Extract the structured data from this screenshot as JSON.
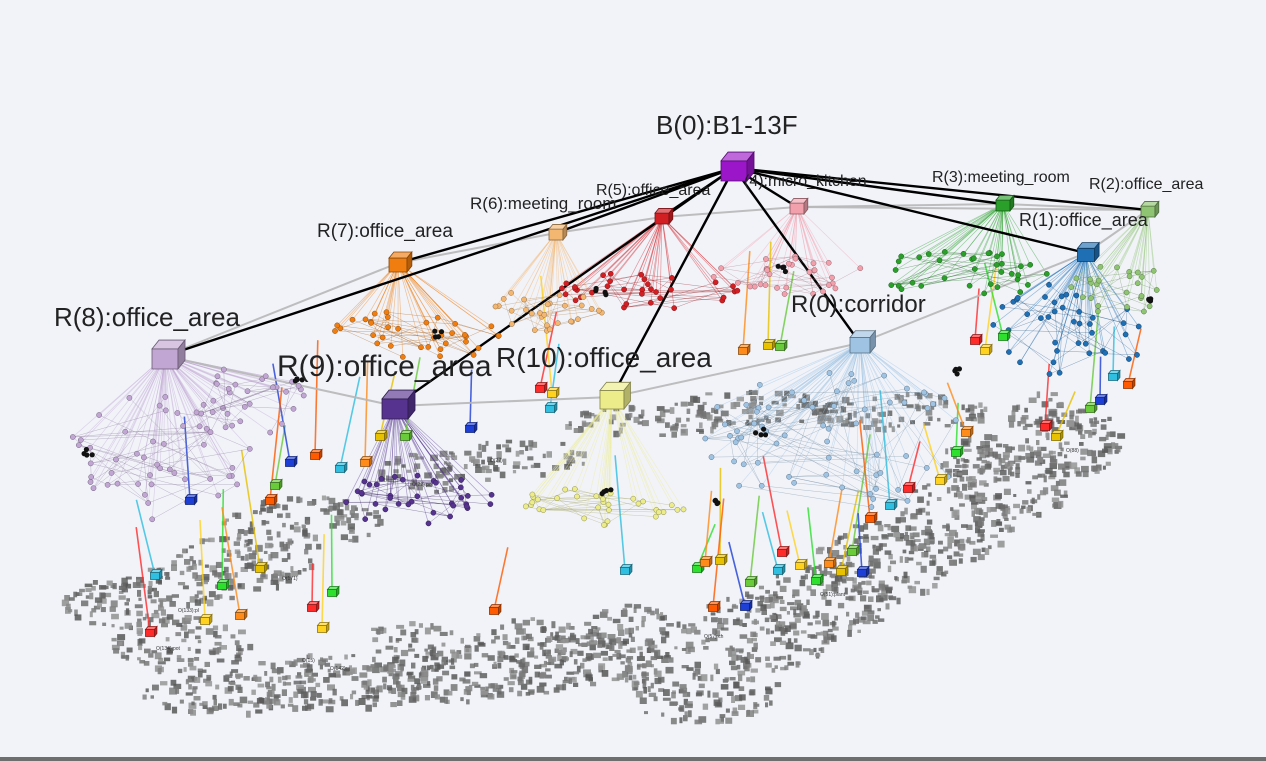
{
  "scene": {
    "background": "#f1f3f9",
    "edge_colors": {
      "building_to_room": "#000000",
      "room_to_room": "#b8b8b8",
      "point_cloud": "#6e6e6e"
    }
  },
  "building": {
    "label": "B(0):B1-13F",
    "color": "#9b16c9"
  },
  "rooms": [
    {
      "id": "r0",
      "label": "R(0):corridor",
      "color": "#9fc3e2",
      "icon": "cube-icon"
    },
    {
      "id": "r1",
      "label": "R(1):office_area",
      "color": "#1f6fb4",
      "icon": "cube-icon"
    },
    {
      "id": "r2",
      "label": "R(2):office_area",
      "color": "#8fc472",
      "icon": "cube-icon"
    },
    {
      "id": "r3",
      "label": "R(3):meeting_room",
      "color": "#2aa02a",
      "icon": "cube-icon"
    },
    {
      "id": "r4",
      "label": "(4):micro_kitchen",
      "color": "#f3a0ad",
      "icon": "cube-icon"
    },
    {
      "id": "r5",
      "label": "R(5):office_area",
      "color": "#d21f24",
      "icon": "cube-icon"
    },
    {
      "id": "r6",
      "label": "R(6):meeting_room",
      "color": "#f4b771",
      "icon": "cube-icon"
    },
    {
      "id": "r7",
      "label": "R(7):office_area",
      "color": "#f07d0f",
      "icon": "cube-icon"
    },
    {
      "id": "r8",
      "label": "R(8):office_area",
      "color": "#c1a6d3",
      "icon": "cube-icon"
    },
    {
      "id": "r9",
      "label": "R(9):office_area",
      "color": "#55338e",
      "icon": "cube-icon"
    },
    {
      "id": "r10",
      "label": "R(10):office_area",
      "color": "#ecec8a",
      "icon": "cube-icon"
    }
  ],
  "object_colors": [
    "#2fbfe0",
    "#ff2a2a",
    "#ffd21f",
    "#2ee02e",
    "#ff8c1a",
    "#e8c200",
    "#6acb3a",
    "#1e3fd6",
    "#ff5a00"
  ],
  "object_labels": {
    "a": "O(134):pot",
    "b": "O(133):pl",
    "c": "O(171)",
    "d": "O(27)",
    "e": "O(142):",
    "f": "O(15)",
    "g": "O(88)",
    "h": "O(51):plant",
    "i": "O(57):ch",
    "j": "O(22):por"
  }
}
